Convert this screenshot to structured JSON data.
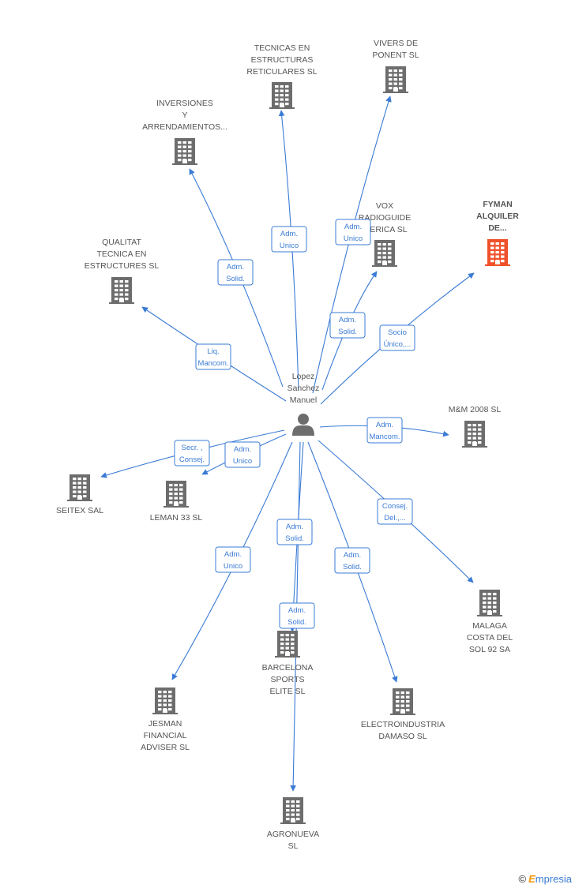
{
  "center": {
    "label": [
      "Lopez",
      "Sanchez",
      "Manuel"
    ]
  },
  "colors": {
    "edge": "#3a7bd5",
    "building": "#6d6d6d",
    "highlight": "#f0512a"
  },
  "nodes": [
    {
      "id": "tecnicas",
      "label": [
        "TECNICAS EN",
        "ESTRUCTURAS",
        "RETICULARES SL"
      ],
      "highlight": false
    },
    {
      "id": "vivers",
      "label": [
        "VIVERS DE",
        "PONENT SL"
      ],
      "highlight": false
    },
    {
      "id": "inversiones",
      "label": [
        "INVERSIONES",
        "Y",
        "ARRENDAMIENTOS..."
      ],
      "highlight": false
    },
    {
      "id": "vox",
      "label": [
        "VOX",
        "RADIOGUIDE",
        "IBERICA SL"
      ],
      "highlight": false
    },
    {
      "id": "fyman",
      "label": [
        "FYMAN",
        "ALQUILER",
        "DE..."
      ],
      "highlight": true
    },
    {
      "id": "qualitat",
      "label": [
        "QUALITAT",
        "TECNICA EN",
        "ESTRUCTURES SL"
      ],
      "highlight": false
    },
    {
      "id": "mm2008",
      "label": [
        "M&M 2008 SL"
      ],
      "highlight": false
    },
    {
      "id": "seitex",
      "label": [
        "SEITEX SAL"
      ],
      "highlight": false
    },
    {
      "id": "leman",
      "label": [
        "LEMAN 33 SL"
      ],
      "highlight": false
    },
    {
      "id": "malaga",
      "label": [
        "MALAGA",
        "COSTA DEL",
        "SOL 92 SA"
      ],
      "highlight": false
    },
    {
      "id": "barcelona",
      "label": [
        "BARCELONA",
        "SPORTS",
        "ELITE  SL"
      ],
      "highlight": false
    },
    {
      "id": "jesman",
      "label": [
        "JESMAN",
        "FINANCIAL",
        "ADVISER  SL"
      ],
      "highlight": false
    },
    {
      "id": "electro",
      "label": [
        "ELECTROINDUSTRIA",
        "DAMASO SL"
      ],
      "highlight": false
    },
    {
      "id": "agronueva",
      "label": [
        "AGRONUEVA",
        "SL"
      ],
      "highlight": false
    }
  ],
  "edges": [
    {
      "to": "tecnicas",
      "role": [
        "Adm.",
        "Unico"
      ]
    },
    {
      "to": "vivers",
      "role": [
        "Adm.",
        "Unico"
      ]
    },
    {
      "to": "inversiones",
      "role": [
        "Adm.",
        "Solid."
      ]
    },
    {
      "to": "vox",
      "role": [
        "Adm.",
        "Solid."
      ]
    },
    {
      "to": "fyman",
      "role": [
        "Socio",
        "Único,..."
      ]
    },
    {
      "to": "qualitat",
      "role": [
        "Liq.",
        "Mancom."
      ]
    },
    {
      "to": "mm2008",
      "role": [
        "Adm.",
        "Mancom."
      ]
    },
    {
      "to": "seitex",
      "role": [
        "Secr. ,",
        "Consej."
      ]
    },
    {
      "to": "leman",
      "role": [
        "Adm.",
        "Unico"
      ]
    },
    {
      "to": "malaga",
      "role": [
        "Consej.",
        "Del.,..."
      ]
    },
    {
      "to": "barcelona",
      "role": [
        "Adm.",
        "Solid."
      ]
    },
    {
      "to": "jesman",
      "role": [
        "Adm.",
        "Unico"
      ]
    },
    {
      "to": "electro",
      "role": [
        "Adm.",
        "Solid."
      ]
    },
    {
      "to": "agronueva",
      "role": [
        "Adm.",
        "Solid."
      ]
    }
  ],
  "watermark": {
    "copyright": "©",
    "brand_first": "E",
    "brand_rest": "mpresia"
  }
}
